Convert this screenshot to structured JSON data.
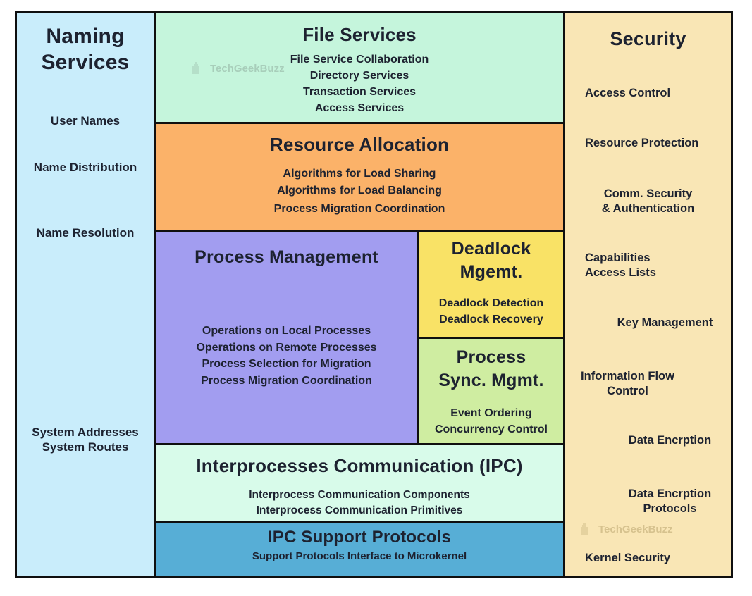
{
  "naming": {
    "title": "Naming\nServices",
    "items": [
      "User Names",
      "Name Distribution",
      "Name Resolution",
      "System Addresses\nSystem Routes"
    ]
  },
  "file_services": {
    "title": "File Services",
    "items": [
      "File Service Collaboration",
      "Directory Services",
      "Transaction Services",
      "Access Services"
    ]
  },
  "resource_allocation": {
    "title": "Resource Allocation",
    "items": [
      "Algorithms for Load Sharing",
      "Algorithms for Load Balancing",
      "Process Migration Coordination"
    ]
  },
  "process_management": {
    "title": "Process Management",
    "items": [
      "Operations on Local Processes",
      "Operations on Remote Processes",
      "Process Selection for Migration",
      "Process Migration Coordination"
    ]
  },
  "deadlock": {
    "title": "Deadlock\nMgemt.",
    "items": [
      "Deadlock Detection",
      "Deadlock Recovery"
    ]
  },
  "process_sync": {
    "title": "Process\nSync. Mgmt.",
    "items": [
      "Event Ordering",
      "Concurrency Control"
    ]
  },
  "ipc": {
    "title": "Interprocesses Communication (IPC)",
    "items": [
      "Interprocess Communication Components",
      "Interprocess Communication Primitives"
    ]
  },
  "ipc_support": {
    "title": "IPC Support Protocols",
    "items": [
      "Support Protocols Interface to Microkernel"
    ]
  },
  "security": {
    "title": "Security",
    "items": [
      "Access Control",
      "Resource Protection",
      "Comm. Security\n& Authentication",
      "Capabilities\nAccess Lists",
      "Key Management",
      "Information Flow\nControl",
      "Data Encrption",
      "Data Encrption\nProtocols",
      "Kernel Security"
    ]
  },
  "watermark": {
    "label": "TechGeekBuzz"
  },
  "colors": {
    "naming_bg": "#c9edfb",
    "file_services_bg": "#c5f5dc",
    "resource_allocation_bg": "#fbb269",
    "process_management_bg": "#a29df0",
    "deadlock_bg": "#f9e266",
    "process_sync_bg": "#cfeda1",
    "ipc_bg": "#d8fbea",
    "ipc_support_bg": "#57aed6",
    "security_bg": "#f9e6b5",
    "border": "#0f0f0f",
    "text": "#1d2230"
  }
}
